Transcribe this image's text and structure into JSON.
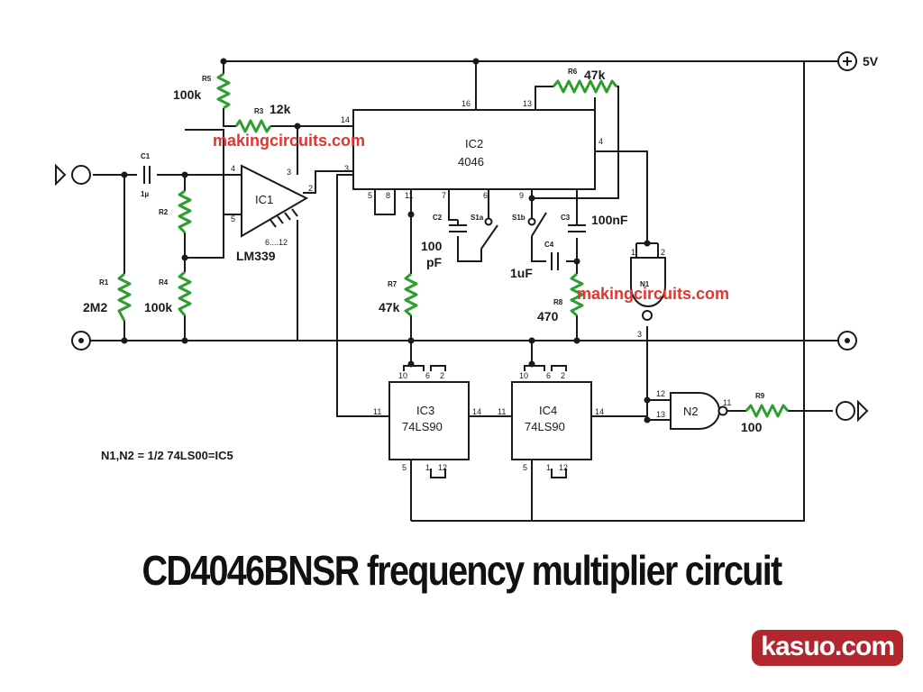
{
  "caption": "CD4046BNSR frequency multiplier circuit",
  "brand_logo": "kasuo.com",
  "watermark": "makingcircuits.com",
  "supply_label": "5V",
  "note": "N1,N2 = 1/2 74LS00=IC5",
  "ic1": {
    "name": "IC1",
    "part": "LM339",
    "pin_power": "6....12",
    "pins": [
      "4",
      "5",
      "3",
      "2"
    ]
  },
  "ic2": {
    "name": "IC2",
    "part": "4046",
    "pins": {
      "p14": "14",
      "p16": "16",
      "p13": "13",
      "p4": "4",
      "p3": "3",
      "p5": "5",
      "p8": "8",
      "p11": "11",
      "p7": "7",
      "p6": "6",
      "p9": "9"
    }
  },
  "ic3": {
    "name": "IC3",
    "part": "74LS90",
    "pins": {
      "p10": "10",
      "p6": "6",
      "p2": "2",
      "p11": "11",
      "p14": "14",
      "p5": "5",
      "p1": "1",
      "p12": "12"
    }
  },
  "ic4": {
    "name": "IC4",
    "part": "74LS90",
    "pins": {
      "p10": "10",
      "p6": "6",
      "p2": "2",
      "p11": "11",
      "p14": "14",
      "p5": "5",
      "p1": "1",
      "p12": "12"
    }
  },
  "n1": {
    "name": "N1",
    "pins": [
      "1",
      "2",
      "3"
    ]
  },
  "n2": {
    "name": "N2",
    "pins": [
      "12",
      "13",
      "11"
    ]
  },
  "components": {
    "c1": {
      "ref": "C1",
      "value": "1µ"
    },
    "r1": {
      "ref": "R1",
      "value": "2M2"
    },
    "r2": {
      "ref": "R2"
    },
    "r3": {
      "ref": "R3",
      "value": "12k"
    },
    "r4": {
      "ref": "R4",
      "value": "100k"
    },
    "r5": {
      "ref": "R5",
      "value": "100k"
    },
    "r6": {
      "ref": "R6",
      "value": "47k"
    },
    "r7": {
      "ref": "R7",
      "value": "47k"
    },
    "r8": {
      "ref": "R8",
      "value": "470"
    },
    "r9": {
      "ref": "R9",
      "value": "100"
    },
    "c2": {
      "ref": "C2",
      "value_line1": "100",
      "value_line2": "pF"
    },
    "c3": {
      "ref": "C3",
      "value": "100nF"
    },
    "c4": {
      "ref": "C4",
      "value": "1uF"
    },
    "s1a": {
      "ref": "S1a"
    },
    "s1b": {
      "ref": "S1b"
    }
  }
}
